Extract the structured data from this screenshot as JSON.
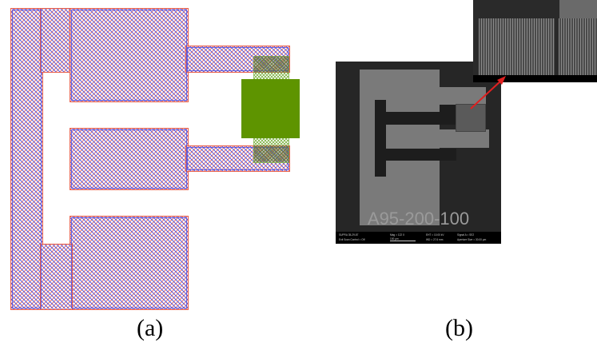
{
  "panel_a": {
    "caption": "(a)",
    "hatch_color_red": "#e8604c",
    "hatch_color_blue": "#4a4ae0",
    "green_pad_color": "#5e9400"
  },
  "panel_b": {
    "caption": "(b)",
    "sample_label": "A95-200-100",
    "info_bar": {
      "instrument": "SUPRA 35-29-87",
      "scan": "Exit Scan Control = Off",
      "mag": "Mag = 122 X",
      "scale": "100 µm",
      "eht": "EHT = 10.00 kV",
      "wd": "WD = 27.6 mm",
      "signal": "Signal A = SE2",
      "aperture": "Aperture Size = 30.00 µm"
    },
    "arrow_color": "#e02020"
  }
}
